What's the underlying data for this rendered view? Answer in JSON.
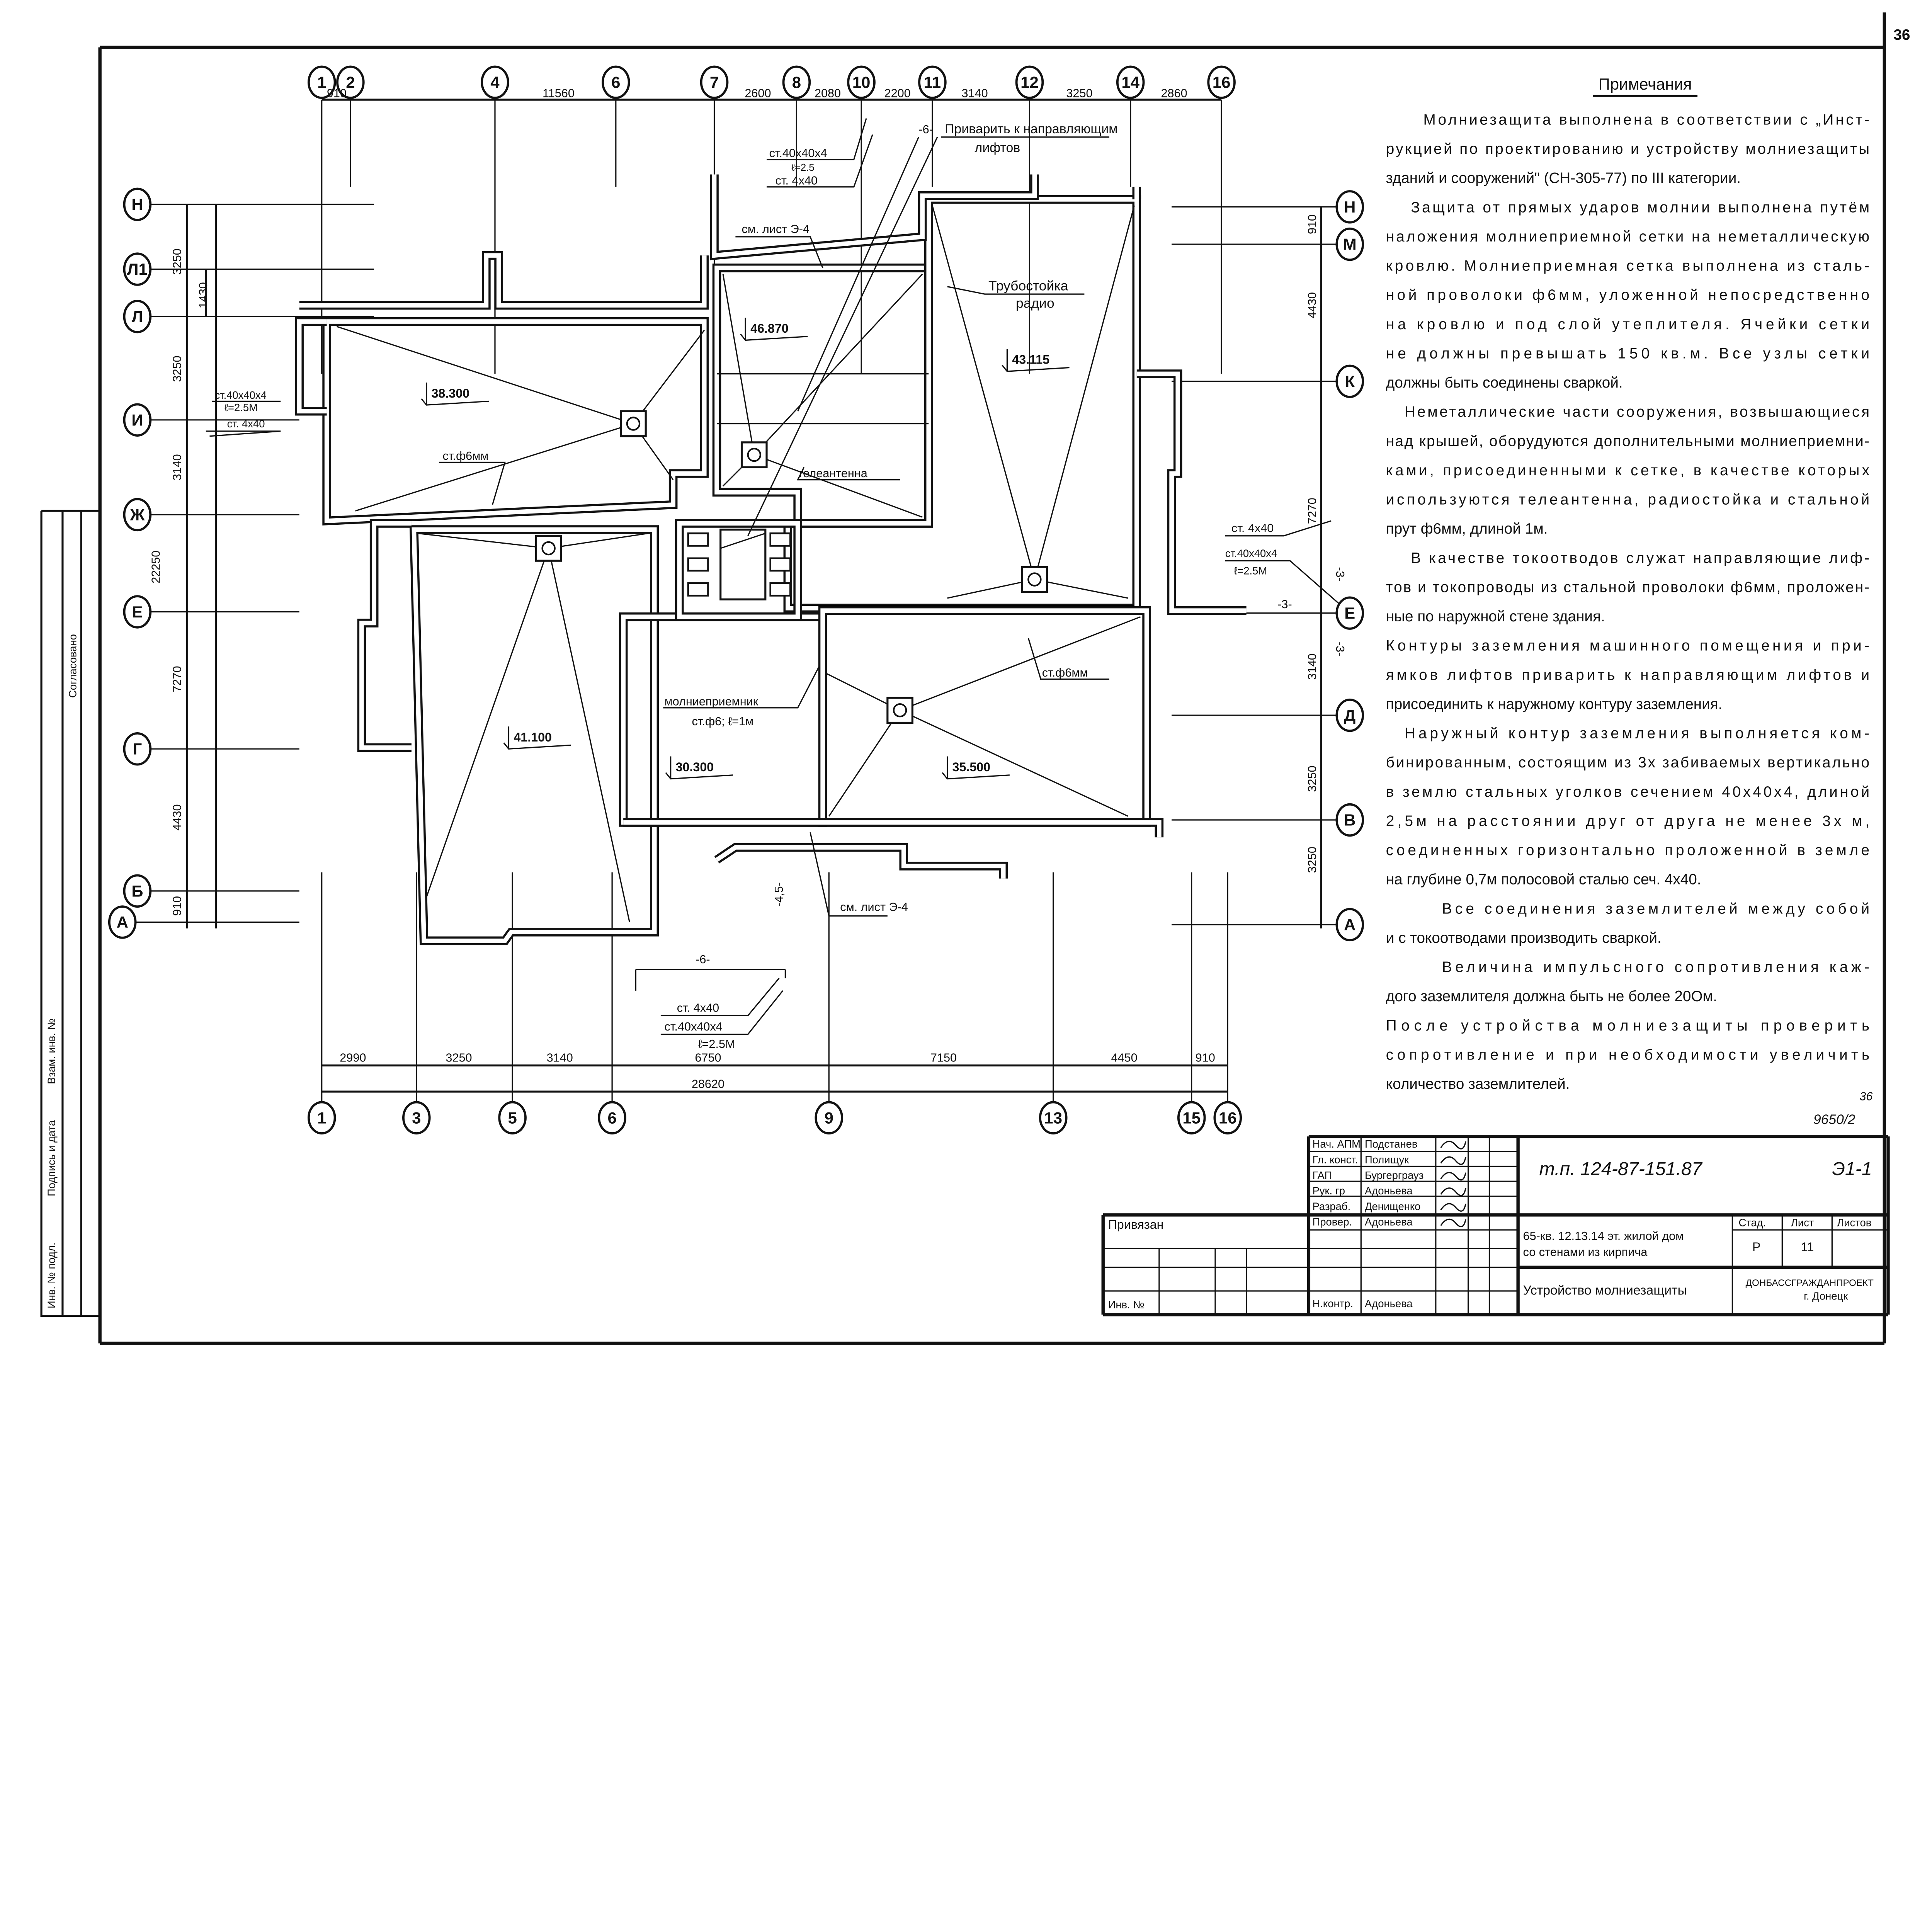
{
  "sheet_number_top": "36",
  "plan": {
    "axes_top": [
      "1",
      "2",
      "4",
      "6",
      "7",
      "8",
      "10",
      "11",
      "12",
      "14",
      "16"
    ],
    "dims_top": [
      "910",
      "11560",
      "2600",
      "2080",
      "2200",
      "3140",
      "3250",
      "2860"
    ],
    "axes_left": [
      "Н",
      "Л1",
      "Л",
      "И",
      "Ж",
      "Е",
      "Г",
      "Б",
      "А"
    ],
    "dims_left": [
      "3250",
      "1430",
      "3250",
      "3140",
      "22250",
      "7270",
      "4430",
      "910"
    ],
    "axes_right": [
      "Н",
      "М",
      "К",
      "Е",
      "Д",
      "В",
      "А"
    ],
    "dims_right": [
      "910",
      "4430",
      "7270",
      "3140",
      "3250",
      "3250"
    ],
    "axes_bottom": [
      "1",
      "3",
      "5",
      "6",
      "9",
      "13",
      "15",
      "16"
    ],
    "dims_bottom": [
      "2990",
      "3250",
      "3140",
      "6750",
      "7150",
      "4450",
      "910"
    ],
    "dim_bottom_total": "28620",
    "elevations": {
      "e1": "46.870",
      "e2": "43.115",
      "e3": "38.300",
      "e4": "41.100",
      "e5": "30.300",
      "e6": "35.500"
    },
    "labels": {
      "top_angle": "ст.40x40x4",
      "top_len": "ℓ=2.5",
      "top_strip": "ст. 4x40",
      "top_section": "-6-",
      "weld_1": "Приварить к направляющим",
      "weld_2": "лифтов",
      "see_sheet_top": "см. лист Э-4",
      "radio_1": "Трубостойка",
      "radio_2": "радио",
      "left_angle": "ст.40x40x4",
      "left_len": "ℓ=2.5М",
      "left_strip": "ст. 4x40",
      "wire_left": "ст.ф6мм",
      "tv": "телеантенна",
      "right_strip": "ст. 4x40",
      "right_angle": "ст.40x40x4",
      "right_len": "ℓ=2.5М",
      "right_section": "-3-",
      "right_section_v1": "-3-",
      "right_section_v2": "-3-",
      "wire_right": "ст.ф6мм",
      "rod_1": "молниеприемник",
      "rod_2": "ст.ф6; ℓ=1м",
      "section_45": "-4,5-",
      "see_sheet_bottom": "см. лист Э-4",
      "bottom_section": "-6-",
      "bottom_strip": "ст. 4x40",
      "bottom_angle": "ст.40x40x4",
      "bottom_len": "ℓ=2.5М"
    }
  },
  "notes": {
    "title": "Примечания",
    "paragraphs": [
      [
        "Молниезащита выполнена в соответствии с „Инст-",
        "рукцией по проектированию и устройству молниезащиты",
        "зданий и сооружений\" (СН-305-77) по III категории."
      ],
      [
        "Защита от прямых ударов молнии выполнена путём",
        "наложения молниеприемной сетки на неметаллическую",
        "кровлю. Молниеприемная сетка выполнена из сталь-",
        "ной проволоки ф6мм, уложенной непосредственно",
        "на кровлю и под слой утеплителя. Ячейки сетки",
        "не должны превышать 150 кв.м. Все узлы сетки",
        "должны быть соединены сваркой."
      ],
      [
        "Неметаллические части сооружения, возвышающиеся",
        "над крышей, оборудуются дополнительными молниеприемни-",
        "ками, присоединенными к сетке, в качестве которых",
        "используются телеантенна, радиостойка и стальной",
        "прут ф6мм, длиной 1м."
      ],
      [
        "В качестве токоотводов служат направляющие лиф-",
        "тов и токопроводы из стальной проволоки ф6мм, проложен-",
        "ные по наружной стене здания."
      ],
      [
        "Контуры заземления машинного помещения и при-",
        "ямков лифтов приварить к направляющим лифтов и",
        "присоединить к наружному контуру заземления."
      ],
      [
        "Наружный контур заземления выполняется ком-",
        "бинированным, состоящим из 3х забиваемых вертикально",
        "в землю стальных уголков сечением 40x40x4, длиной",
        "2,5м на расстоянии друг от друга не менее 3х м,",
        "соединенных горизонтально проложенной в земле",
        "на глубине 0,7м полосовой сталью сеч. 4x40."
      ],
      [
        "Все соединения заземлителей между собой",
        "и с токоотводами производить сваркой."
      ],
      [
        "Величина импульсного сопротивления каж-",
        "дого заземлителя должна быть не более 20Ом."
      ],
      [
        "После устройства молниезащиты проверить",
        "сопротивление и при необходимости увеличить",
        "количество заземлителей."
      ]
    ]
  },
  "bottom_marks": {
    "page": "36",
    "archive": "9650/2"
  },
  "side_stamp": {
    "inv_orig": "Инв. № подл.",
    "sign_date": "Подпись и дата",
    "replace_inv": "Взам. инв. №",
    "agreed": "Согласовано"
  },
  "title_block": {
    "signatures": [
      {
        "role": "Нач. АПМ",
        "name": "Подстанев"
      },
      {
        "role": "Гл. конст.",
        "name": "Полищук"
      },
      {
        "role": "ГАП",
        "name": "Бургерграуз"
      },
      {
        "role": "Рук. гр",
        "name": "Адоньева"
      },
      {
        "role": "Разраб.",
        "name": "Денищенко"
      },
      {
        "role": "Провер.",
        "name": "Адоньева"
      }
    ],
    "norm_control": {
      "role": "Н.контр.",
      "name": "Адоньева"
    },
    "project_code": "т.п. 124-87-151.87",
    "sheet_code": "Э1-1",
    "building_1": "65-кв. 12.13.14 эт. жилой дом",
    "building_2": "со стенами из кирпича",
    "stage_label": "Стад.",
    "sheet_label": "Лист",
    "sheets_label": "Листов",
    "stage": "Р",
    "sheet": "11",
    "drawing_title": "Устройство молниезащиты",
    "organization": "ДОНБАССГРАЖДАНПРОЕКТ",
    "city": "г. Донецк",
    "bound_label": "Привязан",
    "inv_label": "Инв. №"
  }
}
